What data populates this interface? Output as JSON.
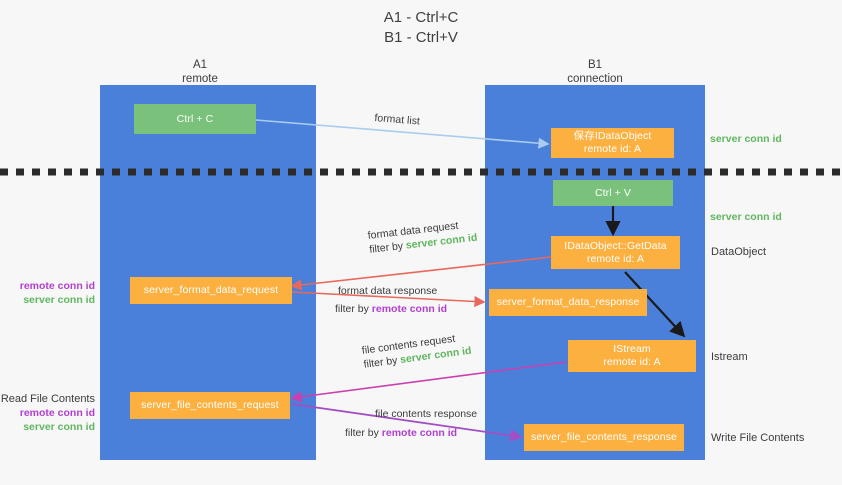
{
  "title": {
    "line1": "A1 - Ctrl+C",
    "line2": "B1 - Ctrl+V"
  },
  "columns": [
    {
      "name": "A1",
      "sub": "remote"
    },
    {
      "name": "B1",
      "sub": "connection"
    }
  ],
  "boxes": {
    "ctrl_c": "Ctrl + C",
    "ctrl_v": "Ctrl + V",
    "save_dataobject_line1": "保存IDataObject",
    "save_dataobject_line2": "remote id: A",
    "getdata_line1": "IDataObject::GetData",
    "getdata_line2": "remote id: A",
    "istream_line1": "IStream",
    "istream_line2": "remote id: A",
    "server_format_data_request": "server_format_data_request",
    "server_format_data_response": "server_format_data_response",
    "server_file_contents_request": "server_file_contents_request",
    "server_file_contents_response": "server_file_contents_response"
  },
  "right_labels": {
    "server_conn_id_1": "server conn id",
    "server_conn_id_2": "server conn id",
    "dataobject": "DataObject",
    "istream": "Istream",
    "write_file_contents": "Write File Contents"
  },
  "left_labels": {
    "remote_conn_id_1": "remote conn id",
    "server_conn_id_1": "server conn id",
    "read_file_contents": "Read File Contents",
    "remote_conn_id_2": "remote conn id",
    "server_conn_id_2": "server conn id"
  },
  "arrows": {
    "format_list": "format list",
    "format_data_request": "format data request",
    "format_data_request_filter_prefix": "filter by ",
    "format_data_request_filter_value": "server conn id",
    "format_data_response": "format data response",
    "format_data_response_filter_prefix": "filter by ",
    "format_data_response_filter_value": "remote conn id",
    "file_contents_request": "file contents request",
    "file_contents_request_filter_prefix": "filter by ",
    "file_contents_request_filter_value": "server conn id",
    "file_contents_response": "file contents response",
    "file_contents_response_filter_prefix": "filter by ",
    "file_contents_response_filter_value": "remote conn id"
  },
  "colors": {
    "lane": "#4a80da",
    "green_box": "#7ac27c",
    "orange_box": "#fbb040",
    "arrow_lightblue": "#a8cdee",
    "arrow_red": "#e8685d",
    "arrow_magenta": "#cc3fb0",
    "arrow_purple": "#a24fc4",
    "arrow_black": "#1a1a1a",
    "divider": "#2b2b2b",
    "conn_green_text": "#5fb65f",
    "conn_purple_text": "#b23fd0",
    "background": "#f7f7f7"
  }
}
